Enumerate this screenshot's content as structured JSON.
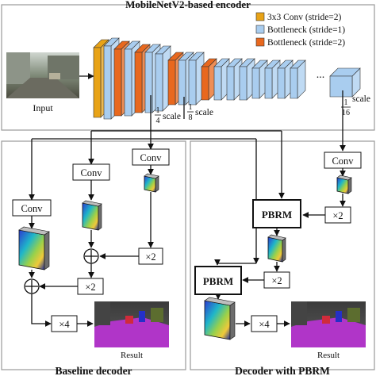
{
  "encoder": {
    "title": "MobileNetV2-based encoder",
    "input_label": "Input",
    "legend": [
      {
        "label": "3x3 Conv (stride=2)",
        "color": "#e8a317"
      },
      {
        "label": "Bottleneck (stride=1)",
        "color": "#a9cdef"
      },
      {
        "label": "Bottleneck (stride=2)",
        "color": "#e8681e"
      }
    ],
    "ellipsis": "...",
    "scale_prefix": "scale",
    "scales": [
      {
        "num": "1",
        "den": "4"
      },
      {
        "num": "1",
        "den": "8"
      },
      {
        "num": "1",
        "den": "16"
      }
    ]
  },
  "baseline": {
    "title": "Baseline decoder",
    "conv_label": "Conv",
    "upsample_x2": "×2",
    "upsample_x4": "×4",
    "result_label": "Result"
  },
  "pbrm_decoder": {
    "title": "Decoder with PBRM",
    "conv_label": "Conv",
    "pbrm_label": "PBRM",
    "upsample_x2": "×2",
    "upsample_x4": "×4",
    "result_label": "Result"
  },
  "colors": {
    "conv": "#e8a317",
    "bottleneck_s1": "#a9cdef",
    "bottleneck_s2": "#e8681e",
    "panel_border": "#9a9a9a",
    "line": "#111111"
  }
}
